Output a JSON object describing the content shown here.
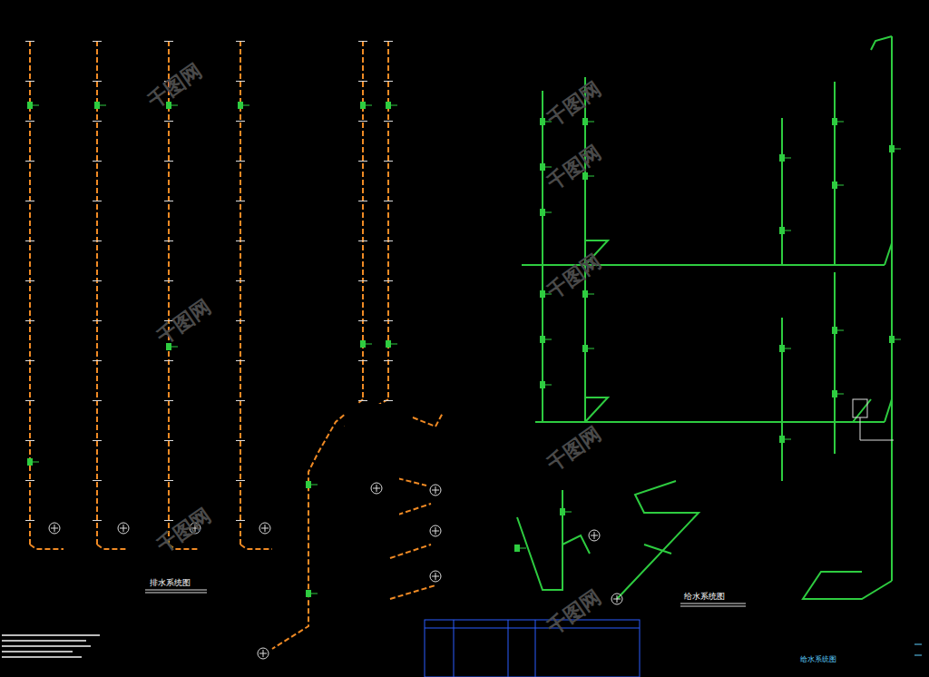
{
  "diagram": {
    "title": "给水系统图",
    "labels": [
      "排水系统图",
      "给水系统图",
      "千图网",
      "千图网",
      "千图网",
      "千图网",
      "千图网",
      "千图网",
      "千图网",
      "千图网"
    ]
  }
}
